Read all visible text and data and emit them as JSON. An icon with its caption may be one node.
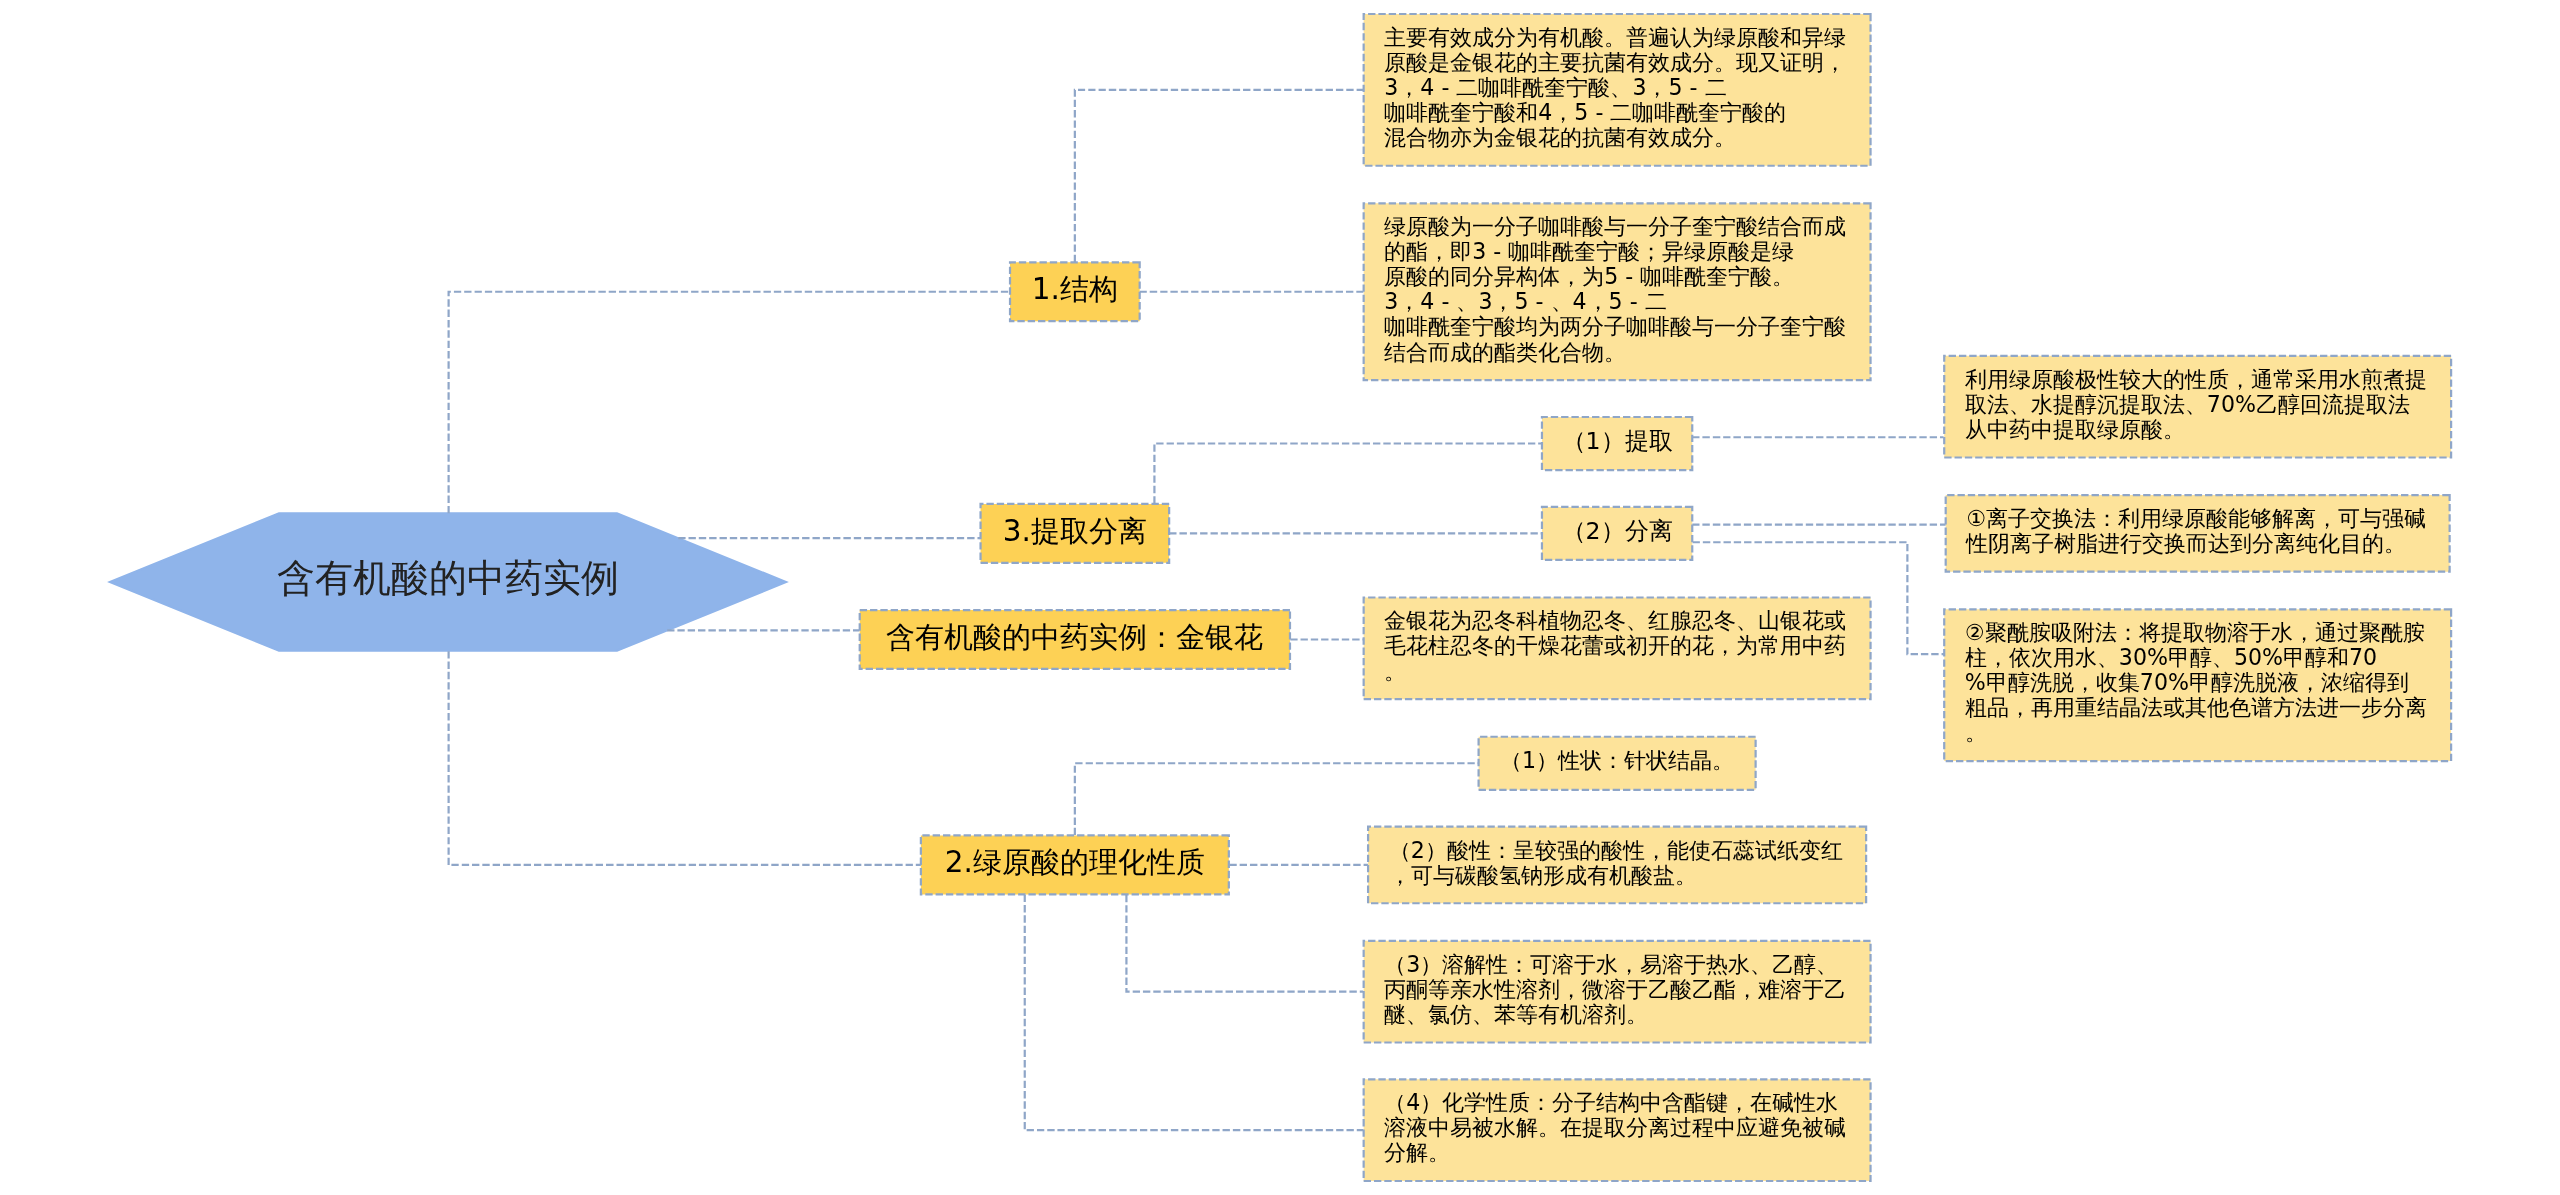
{
  "diagram": {
    "nodes": [
      {
        "text": [
          "含有机酸的中药实例"
        ]
      },
      {
        "text": [
          "1.结构"
        ]
      },
      {
        "text": [
          "主要有效成分为有机酸。普遍认为绿原酸和异绿原酸是金银花的主要抗菌有效成分。现又证明，3，4 - 二咖啡酰奎宁酸、3，5 - 二咖啡酰奎宁酸和4，5 - 二咖啡酰奎宁酸的混合物亦为金银花的抗菌有效成分。"
        ]
      },
      {
        "text": [
          "绿原酸为一分子咖啡酸与一分子奎宁酸结合而成的酯，即3 - 咖啡酰奎宁酸；异绿原酸是绿原酸的同分异构体，为5 - 咖啡酰奎宁酸。3，4 - 、3，5 - 、4，5 - 二咖啡酰奎宁酸均为两分子咖啡酸与一分子奎宁酸结合而成的酯类化合物。"
        ]
      },
      {
        "text": [
          "3.提取分离"
        ]
      },
      {
        "text": [
          "（1）提取"
        ]
      },
      {
        "text": [
          "利用绿原酸极性较大的性质，通常采用水煎煮提取法、水提醇沉提取法、70%乙醇回流提取法从中药中提取绿原酸。"
        ]
      },
      {
        "text": [
          "（2）分离"
        ]
      },
      {
        "text": [
          "①离子交换法：利用绿原酸能够解离，可与强碱性阴离子树脂进行交换而达到分离纯化目的。"
        ]
      },
      {
        "text": [
          "②聚酰胺吸附法：将提取物溶于水，通过聚酰胺柱，依次用水、30%甲醇、50%甲醇和70%甲醇洗脱，收集70%甲醇洗脱液，浓缩得到粗品，再用重结晶法或其他色谱方法进一步分离。"
        ]
      },
      {
        "text": [
          "含有机酸的中药实例：金银花"
        ]
      },
      {
        "text": [
          "金银花为忍冬科植物忍冬、红腺忍冬、山银花或毛花柱忍冬的干燥花蕾或初开的花，为常用中药。"
        ]
      },
      {
        "text": [
          "2.绿原酸的理化性质"
        ]
      },
      {
        "text": [
          "（1）性状：针状结晶。"
        ]
      },
      {
        "text": [
          "（2）酸性：呈较强的酸性，能使石蕊试纸变红，可与碳酸氢钠形成有机酸盐。"
        ]
      },
      {
        "text": [
          "（3）溶解性：可溶于水，易溶于热水、乙醇、丙酮等亲水性溶剂，微溶于乙酸乙酯，难溶于乙醚、氯仿、苯等有机溶剂。"
        ]
      },
      {
        "text": [
          "（4）化学性质：分子结构中含酯键，在碱性水溶液中易被水解。在提取分离过程中应避免被碱分解。"
        ]
      }
    ],
    "edges": [
      {
        "from": 0,
        "to": 1,
        "arrow": "none",
        "style": "dashed"
      },
      {
        "from": 1,
        "to": 2,
        "arrow": "none",
        "style": "dashed"
      },
      {
        "from": 1,
        "to": 3,
        "arrow": "none",
        "style": "dashed"
      },
      {
        "from": 0,
        "to": 4,
        "arrow": "none",
        "style": "dashed"
      },
      {
        "from": 4,
        "to": 5,
        "arrow": "none",
        "style": "dashed"
      },
      {
        "from": 5,
        "to": 6,
        "arrow": "none",
        "style": "dashed"
      },
      {
        "from": 4,
        "to": 7,
        "arrow": "none",
        "style": "dashed"
      },
      {
        "from": 7,
        "to": 8,
        "arrow": "none",
        "style": "dashed"
      },
      {
        "from": 7,
        "to": 9,
        "arrow": "none",
        "style": "dashed"
      },
      {
        "from": 0,
        "to": 10,
        "arrow": "none",
        "style": "dashed"
      },
      {
        "from": 10,
        "to": 11,
        "arrow": "none",
        "style": "dashed"
      },
      {
        "from": 0,
        "to": 12,
        "arrow": "none",
        "style": "dashed"
      },
      {
        "from": 12,
        "to": 13,
        "arrow": "none",
        "style": "dashed"
      },
      {
        "from": 12,
        "to": 14,
        "arrow": "none",
        "style": "dashed"
      },
      {
        "from": 12,
        "to": 15,
        "arrow": "none",
        "style": "dashed"
      },
      {
        "from": 12,
        "to": 16,
        "arrow": "none",
        "style": "dashed"
      }
    ]
  }
}
